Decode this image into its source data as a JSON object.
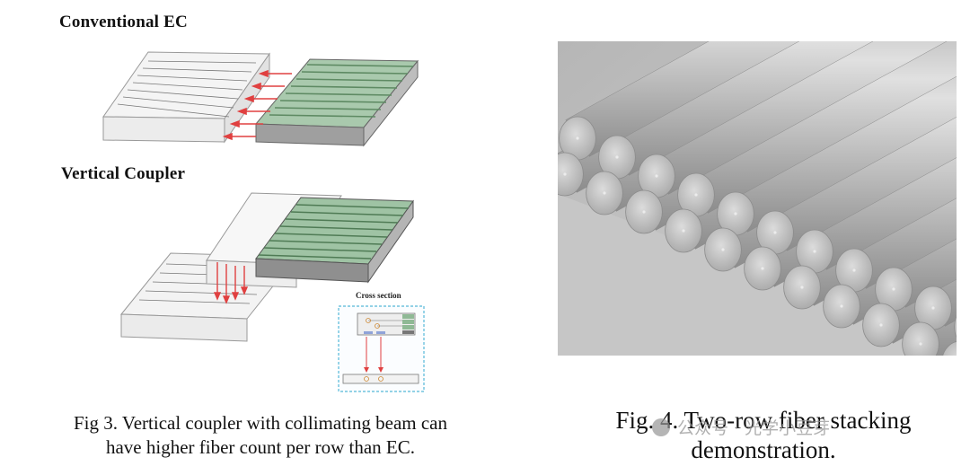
{
  "figure3": {
    "heading_top": "Conventional EC",
    "heading_bottom": "Vertical Coupler",
    "cross_section_label": "Cross section",
    "caption_line1": "Fig 3. Vertical coupler with collimating beam can",
    "caption_line2": "have higher fiber count per row than EC."
  },
  "figure4": {
    "caption_line1": "Fig. 4. Two-row fiber stacking",
    "caption_line2": "demonstration."
  },
  "watermark": {
    "text": "公众号 · 光学小豆芽"
  },
  "colors": {
    "arrow_red": "#e04040",
    "fiber_green": "#7aa883",
    "chip_gray": "#d9d9d9",
    "cross_section_border": "#55b8d8"
  }
}
